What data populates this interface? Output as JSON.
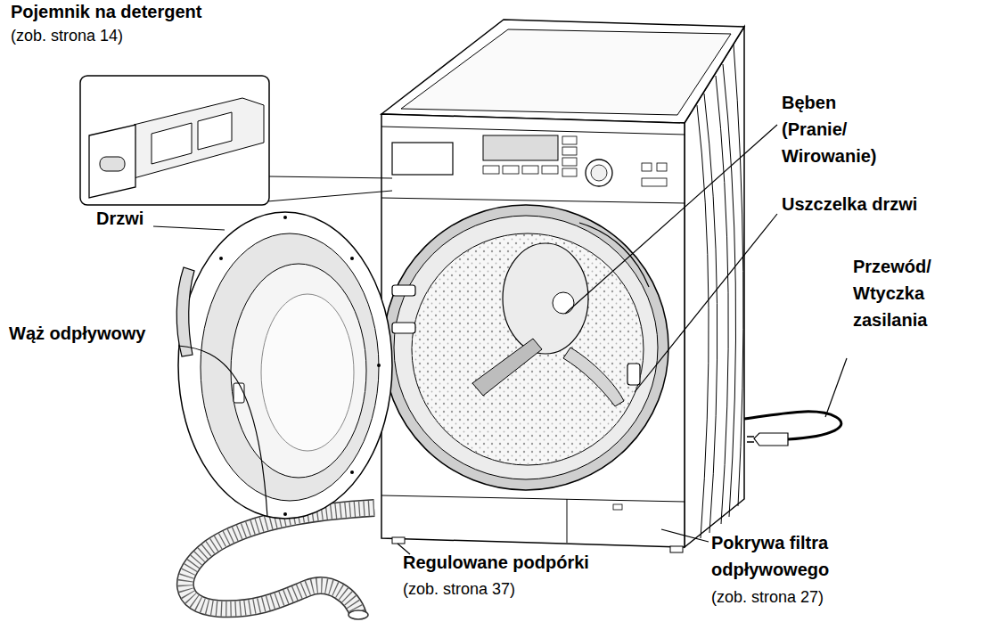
{
  "diagram": {
    "labels": [
      "Pojemnik na detergent",
      "(zob. strona 14)",
      "Bęben (Pranie/ Wirowanie)",
      "Uszczelka drzwi",
      "Drzwi",
      "Przewód/ Wtyczka zasilania",
      "Wąż odpływowy",
      "Regulowane podpórki",
      "(zob. strona 37)",
      "Pokrywa filtra odpływowego",
      "(zob. strona 27)"
    ]
  }
}
